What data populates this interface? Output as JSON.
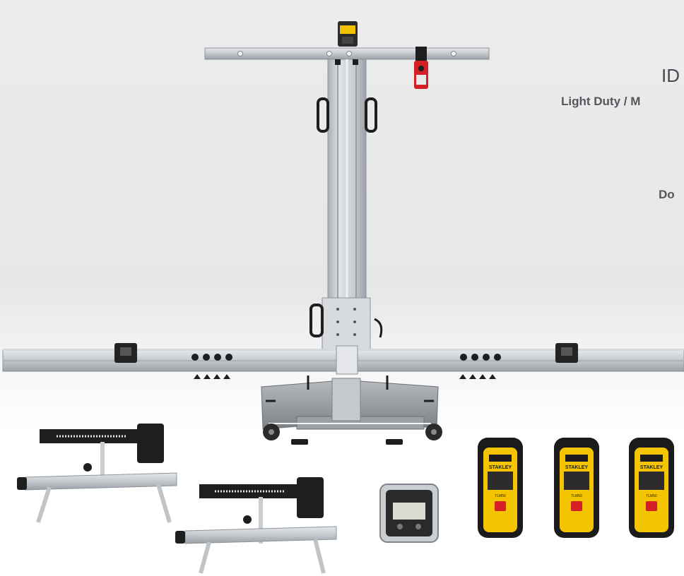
{
  "copy": {
    "heading": "ID",
    "subheading": "Light Duty / M",
    "tagline": "Do"
  },
  "device_labels": {
    "brand": "STAKLEY",
    "model": "TLM50"
  },
  "colors": {
    "aluminium": "#c9ced3",
    "bar_shadow": "#9ea4aa",
    "stanley_yellow": "#f5c400",
    "rubber_black": "#1b1b1b",
    "laser_red": "#d41f26",
    "text": "#55555e"
  }
}
